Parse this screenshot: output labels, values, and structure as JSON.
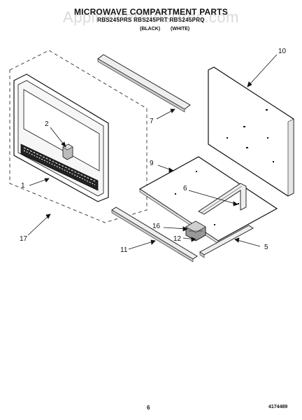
{
  "header": {
    "title": "MICROWAVE COMPARTMENT PARTS",
    "model_line": "RBS245PRS RBS245PRT RBS245PRQ",
    "color_left": "(BLACK)",
    "color_right": "(WHITE)"
  },
  "watermark": "AppliancePartsPros.com",
  "callouts": {
    "c1": "1",
    "c2": "2",
    "c5": "5",
    "c6": "6",
    "c7": "7",
    "c9": "9",
    "c10": "10",
    "c11": "11",
    "c12": "12",
    "c16": "16",
    "c17": "17"
  },
  "footer": {
    "page_number": "6",
    "document_number": "4174489"
  },
  "colors": {
    "line": "#111111",
    "dashed": "#444444",
    "watermark": "#bdbdbd"
  }
}
